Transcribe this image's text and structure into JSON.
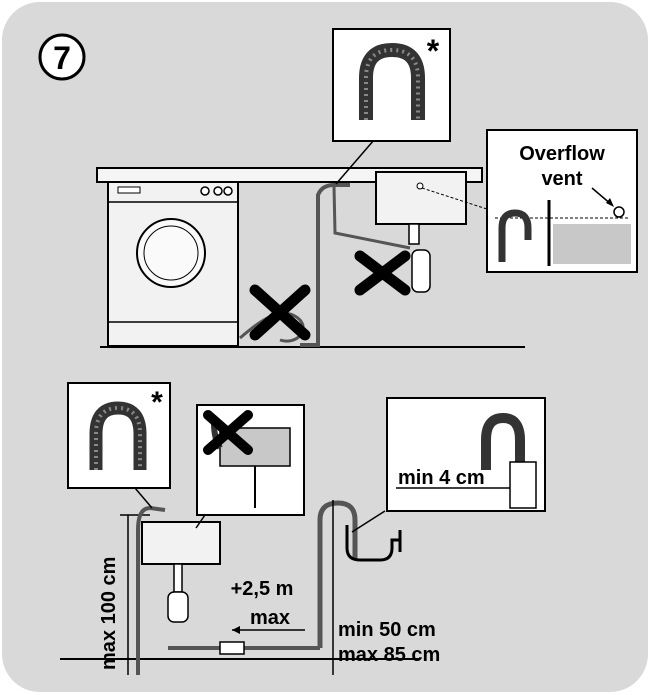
{
  "step_number": "7",
  "marker_symbol": "*",
  "labels": {
    "overflow_line1": "Overflow",
    "overflow_line2": "vent",
    "max_height": "max 100 cm",
    "extension": "+2,5 m",
    "extension_max": "max",
    "min_height": "min 50 cm",
    "max_height_85": "max 85 cm",
    "min_gap": "min 4 cm"
  },
  "colors": {
    "panel": "#d9d9d9",
    "water": "#c8c8c8",
    "hose": "#3a3a3a",
    "outline": "#000000"
  }
}
